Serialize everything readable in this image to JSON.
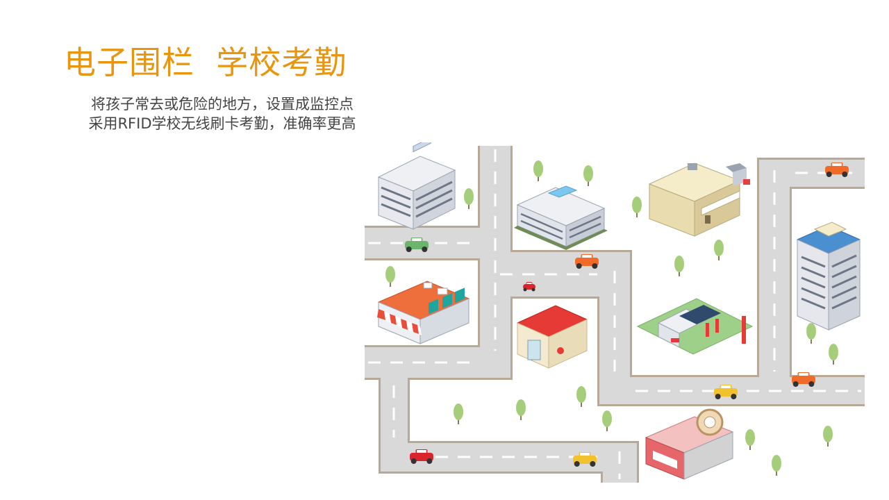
{
  "slide": {
    "title": "电子围栏  学校考勤",
    "subtitle_lines": [
      "将孩子常去或危险的地方，设置成监控点",
      "采用RFID学校无线刷卡考勤，准确率更高"
    ]
  },
  "colors": {
    "title": "#E8960F",
    "text": "#444444",
    "road": "#D9D9D9",
    "road_edge": "#B7A996",
    "lane_mark": "#FFFFFF",
    "tree": "#A6CE7A",
    "trunk": "#8A7A5A"
  },
  "illustration": {
    "buildings": [
      {
        "name": "office-building-icon"
      },
      {
        "name": "school-building-icon"
      },
      {
        "name": "hospital-building-icon"
      },
      {
        "name": "shop-building-icon"
      },
      {
        "name": "house-icon"
      },
      {
        "name": "gas-station-icon"
      },
      {
        "name": "tower-building-icon"
      },
      {
        "name": "bakery-building-icon"
      }
    ],
    "vehicles": [
      {
        "name": "green-car-icon",
        "color": "#6DB56D"
      },
      {
        "name": "orange-car-icon",
        "color": "#F06A2A"
      },
      {
        "name": "red-scooter-icon",
        "color": "#D9262C"
      },
      {
        "name": "orange-car-icon",
        "color": "#F06A2A"
      },
      {
        "name": "orange-car-icon",
        "color": "#F06A2A"
      },
      {
        "name": "yellow-car-icon",
        "color": "#F2C12E"
      },
      {
        "name": "red-van-icon",
        "color": "#D9262C"
      },
      {
        "name": "yellow-car-icon",
        "color": "#F2C12E"
      }
    ]
  }
}
